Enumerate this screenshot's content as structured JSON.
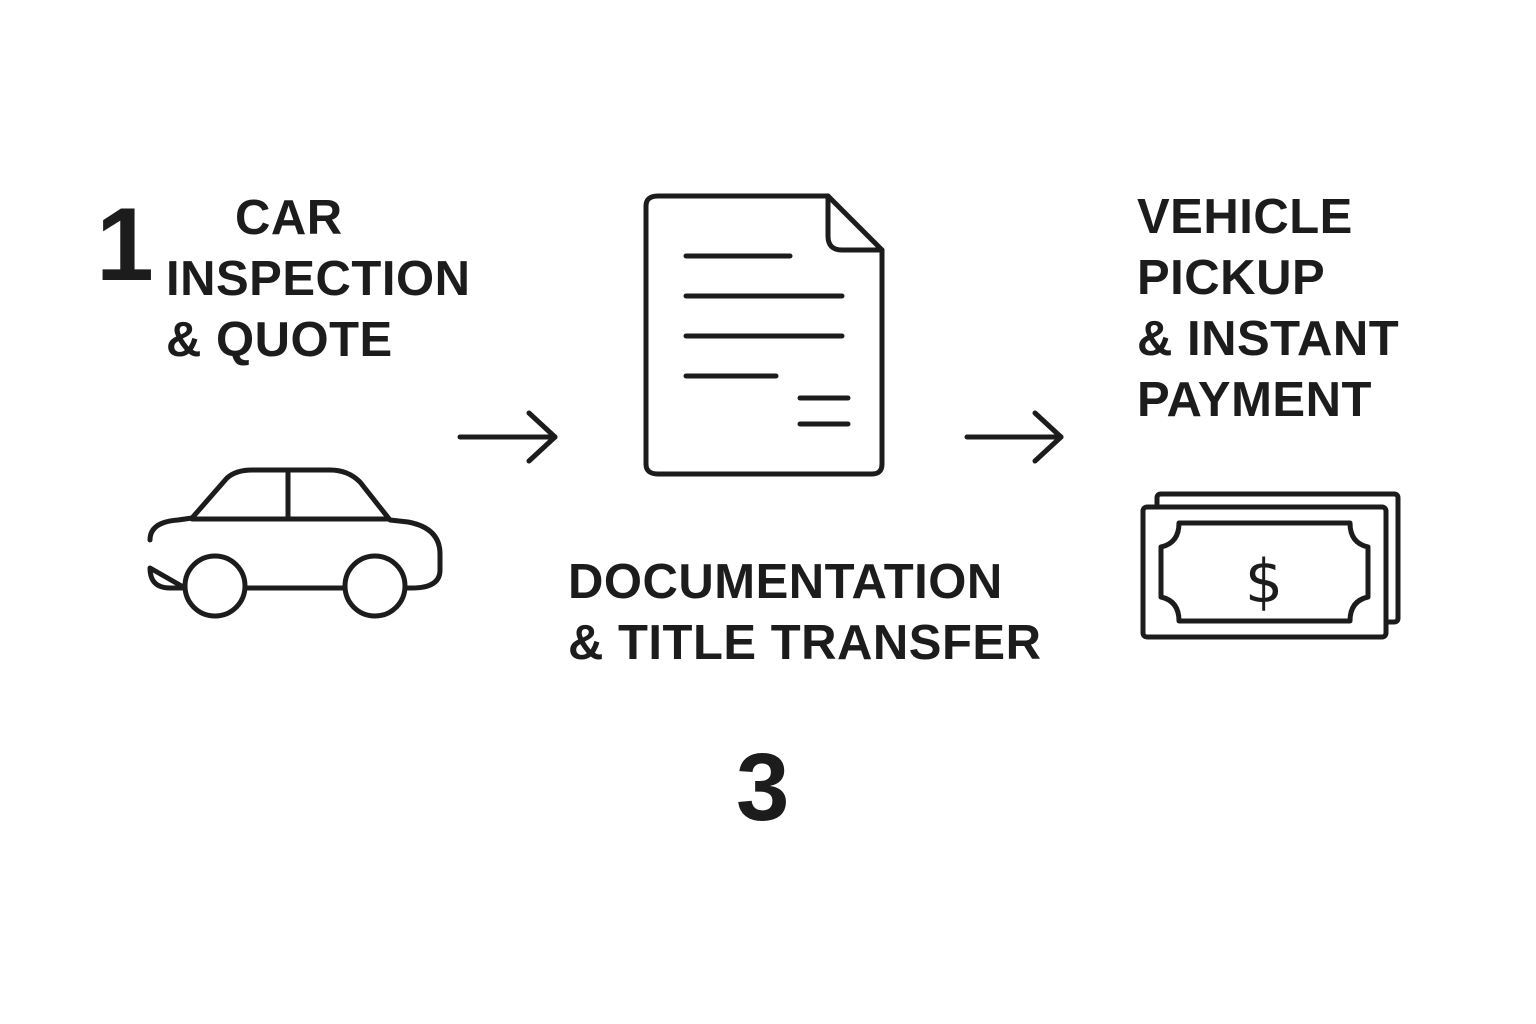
{
  "steps": [
    {
      "number": "1",
      "label_lines": [
        "CAR",
        "INSPECTION",
        "& QUOTE"
      ],
      "icon": "car-icon"
    },
    {
      "number": "3",
      "label_lines": [
        "DOCUMENTATION",
        "& TITLE TRANSFER"
      ],
      "icon": "document-icon"
    },
    {
      "label_lines": [
        "VEHICLE",
        "PICKUP",
        "& INSTANT",
        "PAYMENT"
      ],
      "icon": "cash-icon"
    }
  ],
  "connectors": [
    "arrow-right-icon",
    "arrow-right-icon"
  ],
  "currency_symbol": "$",
  "colors": {
    "ink": "#1c1c1c",
    "background": "#ffffff"
  }
}
